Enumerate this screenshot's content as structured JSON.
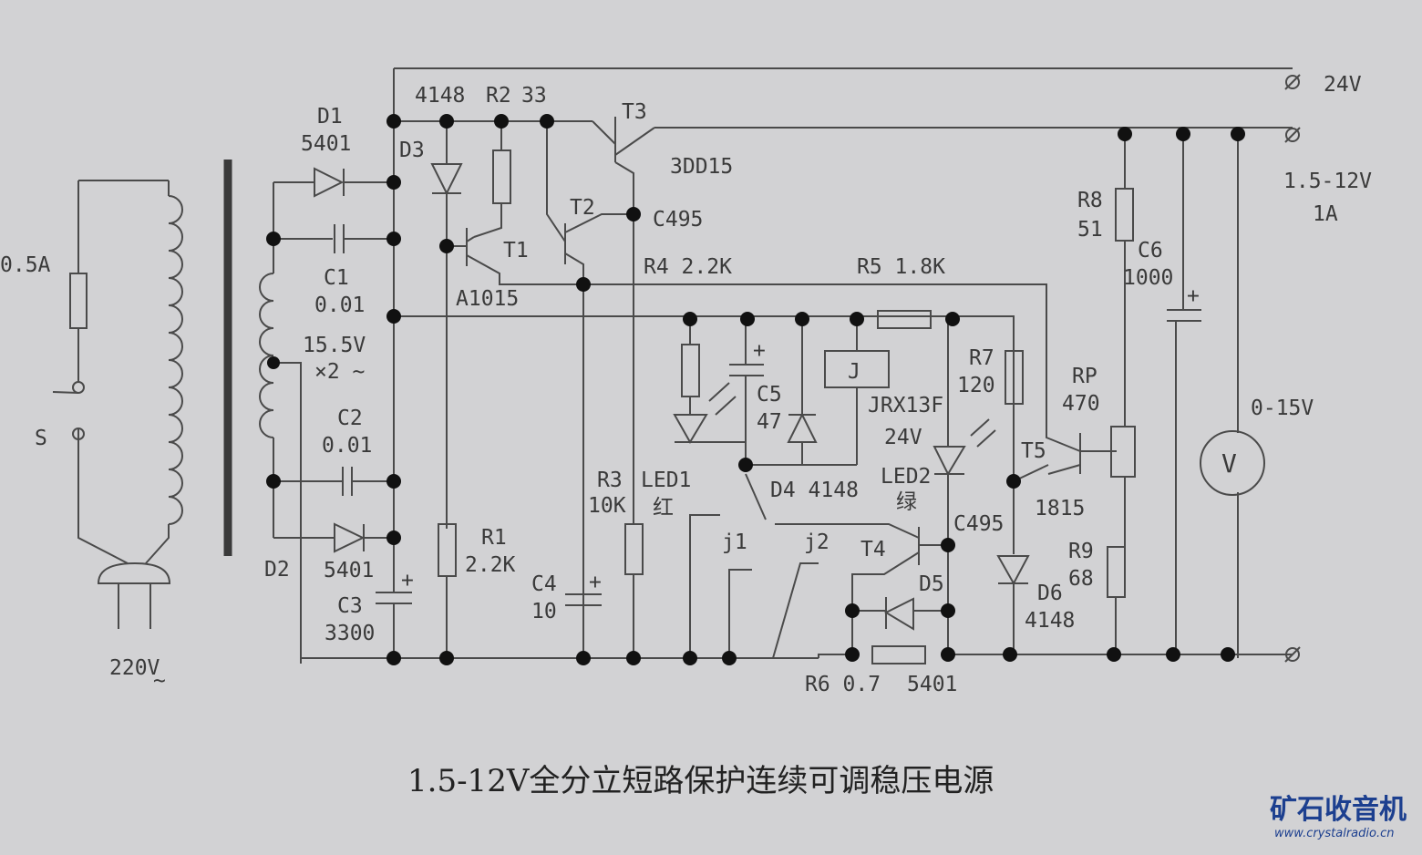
{
  "title": "1.5-12V全分立短路保护连续可调稳压电源",
  "watermark": {
    "site_name": "矿石收音机",
    "url": "www.crystalradio.cn"
  },
  "labels": {
    "fuse": "0.5A",
    "switch": "S",
    "mains": "220V",
    "mains_ac": "~",
    "d1": "D1",
    "d1_part": "5401",
    "c1": "C1",
    "c1_val": "0.01",
    "transformer": "15.5V",
    "transformer_mul": "×2 ~",
    "c2": "C2",
    "c2_val": "0.01",
    "d2": "D2",
    "d2_part": "5401",
    "c3": "C3",
    "c3_val": "3300",
    "d3_part": "4148",
    "d3": "D3",
    "r2": "R2",
    "r2_val": "33",
    "t1": "T1",
    "t1_part": "A1015",
    "r1": "R1",
    "r1_val": "2.2K",
    "t2": "T2",
    "t3": "T3",
    "t3_part": "3DD15",
    "c495_t2": "C495",
    "r4": "R4 2.2K",
    "r5": "R5 1.8K",
    "r3": "R3",
    "r3_val": "10K",
    "c4": "C4",
    "c4_val": "10",
    "led1": "LED1",
    "led1_color": "红",
    "c5": "C5",
    "c5_val": "47",
    "d4": "D4 4148",
    "relay_coil": "J",
    "relay_part": "JRX13F",
    "relay_v": "24V",
    "j1": "j1",
    "j2": "j2",
    "r7": "R7",
    "r7_val": "120",
    "led2": "LED2",
    "led2_color": "绿",
    "t4": "T4",
    "t4_part": "C495",
    "d5": "D5",
    "r6": "R6 0.7",
    "d5_part": "5401",
    "t5": "T5",
    "t5_part": "1815",
    "d6": "D6",
    "d6_part": "4148",
    "r8": "R8",
    "r8_val": "51",
    "rp": "RP",
    "rp_val": "470",
    "r9": "R9",
    "r9_val": "68",
    "c6": "C6",
    "c6_val": "1000",
    "out24": "24V",
    "outadj": "1.5-12V",
    "outcur": "1A",
    "meter": "V",
    "meter_range": "0-15V",
    "plus": "+"
  }
}
